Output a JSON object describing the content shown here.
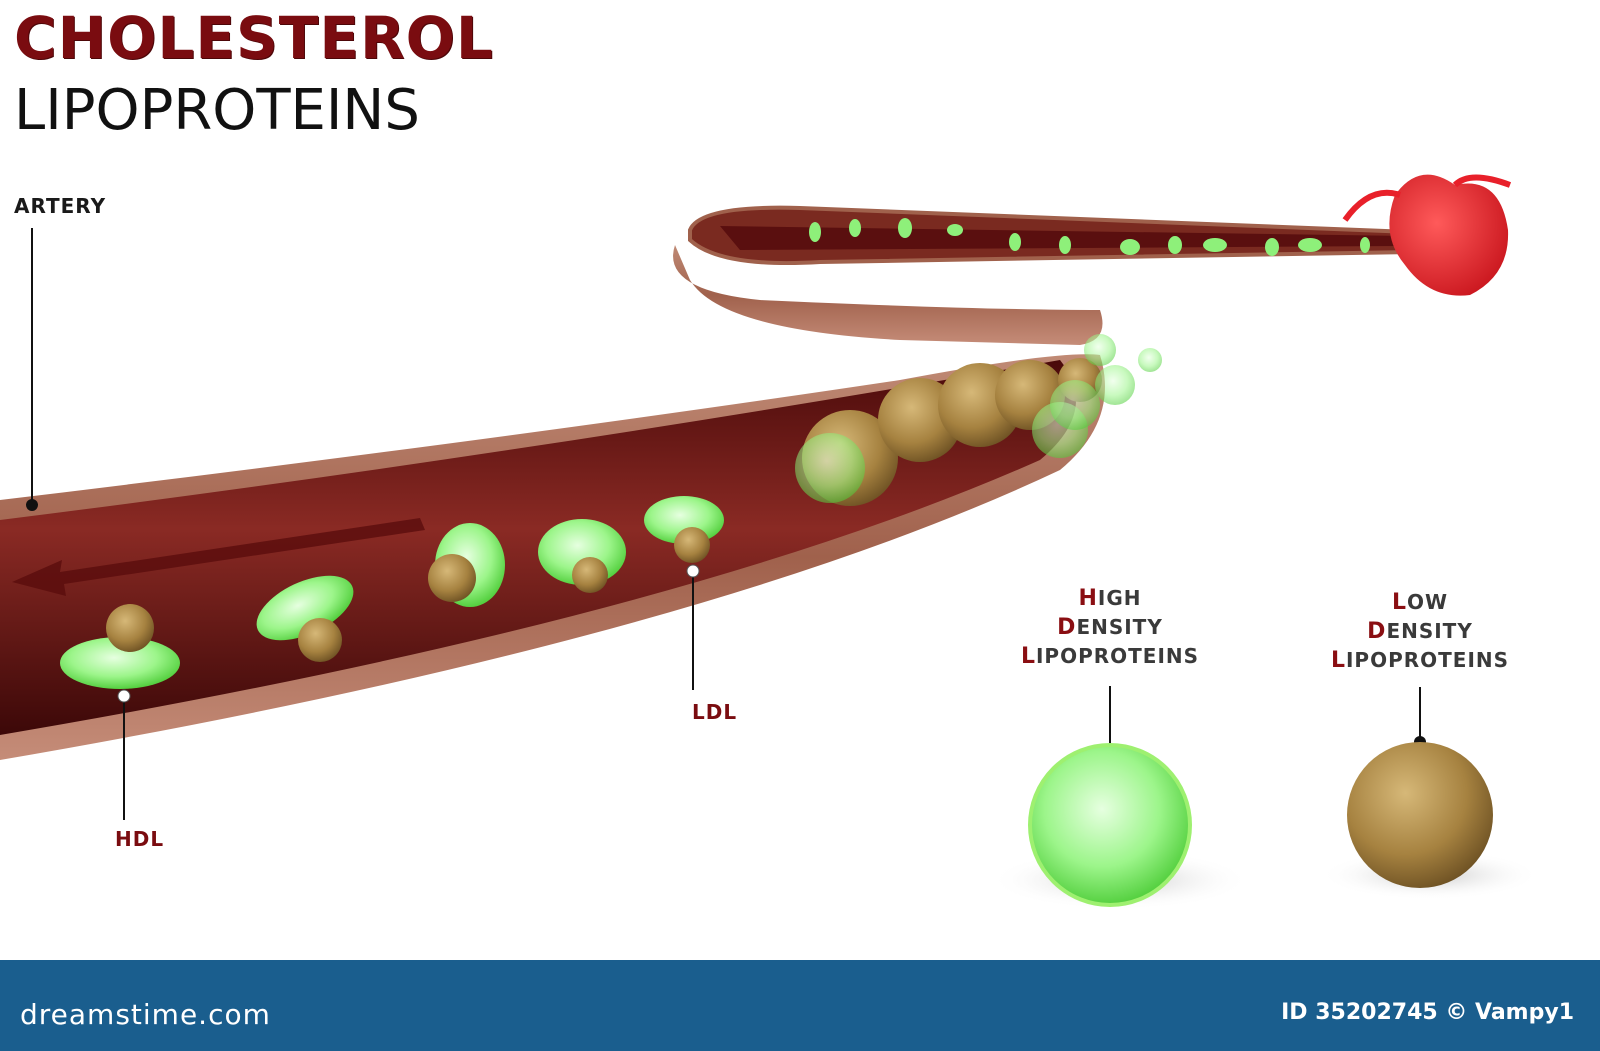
{
  "title": "CHOLESTEROL",
  "subtitle": "LIPOPROTEINS",
  "labels": {
    "artery": "ARTERY",
    "hdl": "HDL",
    "ldl": "LDL"
  },
  "legend": {
    "hdl": {
      "line1_initial": "H",
      "line1_rest": "IGH",
      "line2_initial": "D",
      "line2_rest": "ENSITY",
      "line3_initial": "L",
      "line3_rest": "IPOPROTEINS"
    },
    "ldl": {
      "line1_initial": "L",
      "line1_rest": "OW",
      "line2_initial": "D",
      "line2_rest": "ENSITY",
      "line3_initial": "L",
      "line3_rest": "IPOPROTEINS"
    }
  },
  "footer": {
    "logo": "dreamstime.com",
    "credit": "ID 35202745 © Vampy1"
  },
  "colors": {
    "title": "#7a0c10",
    "artery_wall": "#a86a55",
    "artery_inner": "#6e1515",
    "hdl_green": "#8ef07a",
    "ldl_tan": "#b09050",
    "heart": "#e8202a",
    "footer_bg": "#1a5e8e"
  }
}
